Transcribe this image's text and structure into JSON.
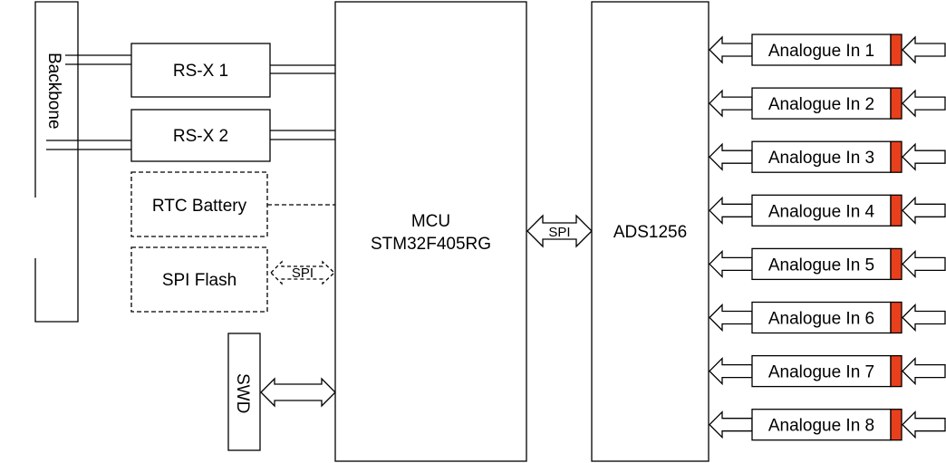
{
  "backbone": {
    "label": "Backbone"
  },
  "rsx1": {
    "label": "RS-X 1"
  },
  "rsx2": {
    "label": "RS-X 2"
  },
  "rtc_battery": {
    "label": "RTC Battery"
  },
  "spi_flash": {
    "label": "SPI Flash",
    "link_label": "SPI"
  },
  "swd": {
    "label": "SWD"
  },
  "mcu": {
    "line1": "MCU",
    "line2": "STM32F405RG"
  },
  "spi_link": {
    "label": "SPI"
  },
  "adc": {
    "label": "ADS1256"
  },
  "analogue_inputs": [
    "Analogue In 1",
    "Analogue In 2",
    "Analogue In 3",
    "Analogue In 4",
    "Analogue In 5",
    "Analogue In 6",
    "Analogue In 7",
    "Analogue In 8"
  ],
  "colors": {
    "connector": "#e8401c",
    "stroke": "#000000"
  }
}
